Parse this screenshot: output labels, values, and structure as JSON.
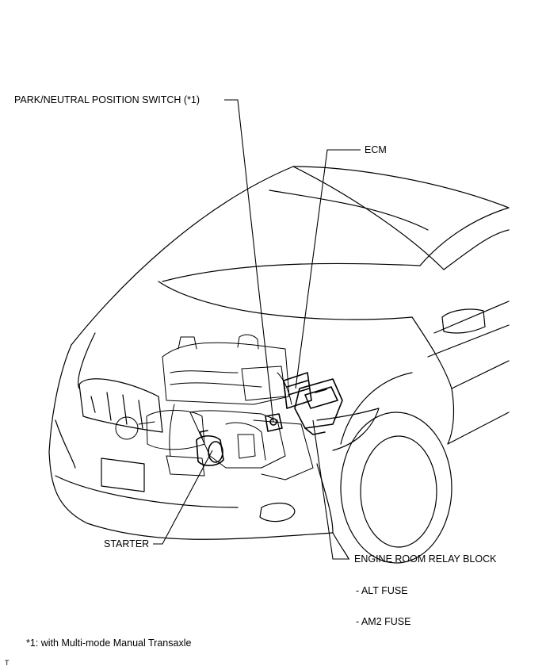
{
  "labels": {
    "park_neutral_switch": "PARK/NEUTRAL POSITION SWITCH (*1)",
    "ecm": "ECM",
    "starter": "STARTER",
    "engine_room_relay_block": "ENGINE ROOM RELAY BLOCK",
    "alt_fuse": "- ALT FUSE",
    "am2_fuse": "- AM2 FUSE"
  },
  "footnote": "*1: with Multi-mode Manual Transaxle",
  "corner_mark": "T"
}
